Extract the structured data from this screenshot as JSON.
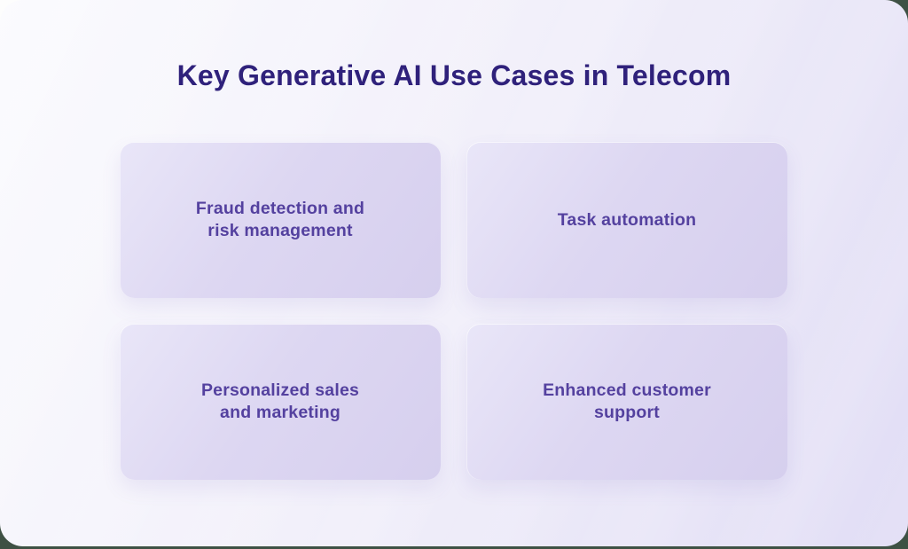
{
  "page": {
    "title": "Key Generative AI Use Cases in Telecom"
  },
  "cards": [
    {
      "label": "Fraud detection and\nrisk management"
    },
    {
      "label": "Task automation"
    },
    {
      "label": "Personalized sales\nand marketing"
    },
    {
      "label": "Enhanced customer\nsupport"
    }
  ],
  "colors": {
    "title_text": "#2F217B",
    "card_text": "#54419F",
    "card_bg_light": "#E9E6F8",
    "card_bg_dark": "#D6CFEE",
    "canvas_bg_light": "#FBFBFE",
    "canvas_bg_dark": "#E1DDF5",
    "outer_corner_light": "#FDFDFD",
    "outer_edge_dark": "#3E5144"
  }
}
